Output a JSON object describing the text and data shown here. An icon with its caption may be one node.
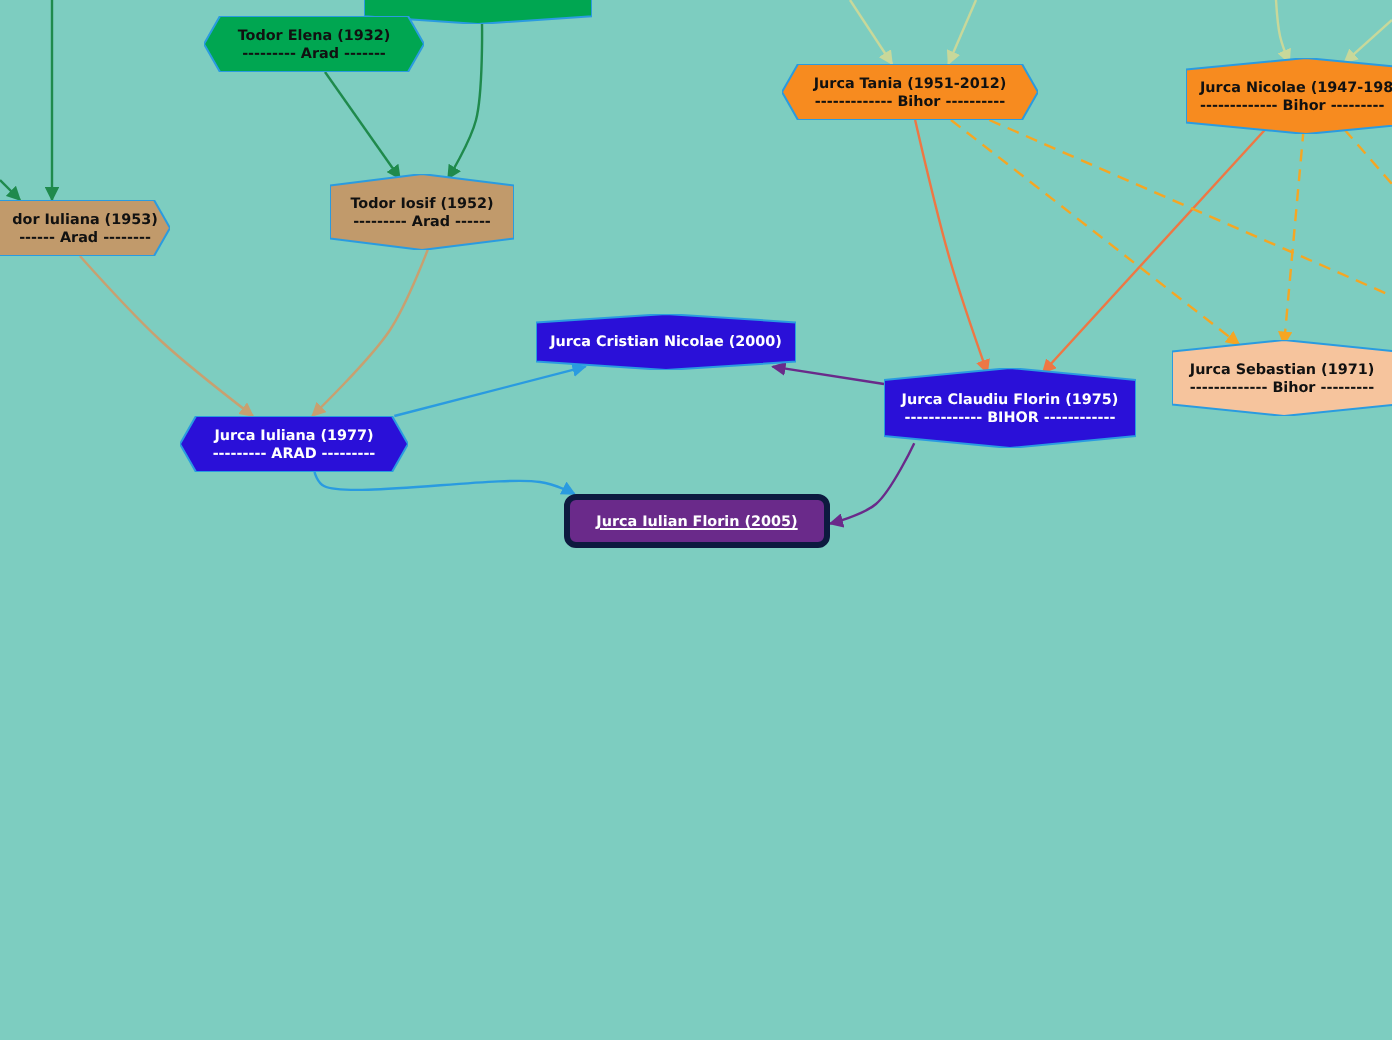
{
  "diagram": {
    "nodes": [
      {
        "text": [],
        "shape": "hexagon"
      },
      {
        "text": [
          "Todor Elena (1932)",
          "--------- Arad -------"
        ]
      },
      {
        "text": [
          "Jurca Tania (1951-2012)",
          "------------- Bihor ----------"
        ]
      },
      {
        "text": [
          "Jurca Nicolae (1947-198",
          "------------- Bihor ---------"
        ]
      },
      {
        "text": [
          "dor Iuliana (1953)",
          "------ Arad --------"
        ]
      },
      {
        "text": [
          "Todor Iosif (1952)",
          "--------- Arad ------"
        ]
      },
      {
        "text": [
          "Jurca Cristian Nicolae (2000)"
        ]
      },
      {
        "text": [
          "Jurca Sebastian (1971)",
          "------------- Bihor ---------"
        ]
      },
      {
        "text": [
          "Jurca Claudiu Florin (1975)",
          "------------- BIHOR ------------"
        ]
      },
      {
        "text": [
          "Jurca Iuliana (1977)",
          "--------- ARAD ---------"
        ]
      },
      {
        "text": [
          "Jurca Iulian Florin (2005)"
        ]
      }
    ],
    "edges": [
      {
        "from": null,
        "to": 4,
        "arrow": "to",
        "color": "#1f8a4c"
      },
      {
        "from": null,
        "to": 4,
        "arrow": "to",
        "color": "#1f8a4c"
      },
      {
        "from": 0,
        "to": 5,
        "arrow": "to",
        "color": "#1f8a4c"
      },
      {
        "from": 1,
        "to": 5,
        "arrow": "to",
        "color": "#1f8a4c"
      },
      {
        "from": 4,
        "to": 9,
        "arrow": "to",
        "color": "#c8a070"
      },
      {
        "from": 5,
        "to": 9,
        "arrow": "to",
        "color": "#c8a070"
      },
      {
        "from": null,
        "to": 2,
        "arrow": "to",
        "color": "#c8d89a"
      },
      {
        "from": null,
        "to": 2,
        "arrow": "to",
        "color": "#c8d89a"
      },
      {
        "from": null,
        "to": 3,
        "arrow": "to",
        "color": "#c8d89a"
      },
      {
        "from": null,
        "to": 3,
        "arrow": "to",
        "color": "#c8d89a"
      },
      {
        "from": 2,
        "to": 8,
        "arrow": "to",
        "color": "#ee7744"
      },
      {
        "from": 3,
        "to": 8,
        "arrow": "to",
        "color": "#ee7744"
      },
      {
        "from": 2,
        "to": 7,
        "arrow": "to",
        "style": "dashed",
        "color": "#f5a623"
      },
      {
        "from": 2,
        "to": null,
        "arrow": "none",
        "style": "dashed",
        "color": "#f5a623"
      },
      {
        "from": 3,
        "to": 7,
        "arrow": "to",
        "style": "dashed",
        "color": "#f5a623"
      },
      {
        "from": 3,
        "to": null,
        "arrow": "none",
        "style": "dashed",
        "color": "#f5a623"
      },
      {
        "from": 9,
        "to": 6,
        "arrow": "to",
        "color": "#2a9be0"
      },
      {
        "from": 9,
        "to": 10,
        "arrow": "to",
        "color": "#2a9be0"
      },
      {
        "from": 8,
        "to": 6,
        "arrow": "to",
        "color": "#6a2a8a"
      },
      {
        "from": 8,
        "to": 10,
        "arrow": "to",
        "color": "#6a2a8a"
      }
    ]
  }
}
